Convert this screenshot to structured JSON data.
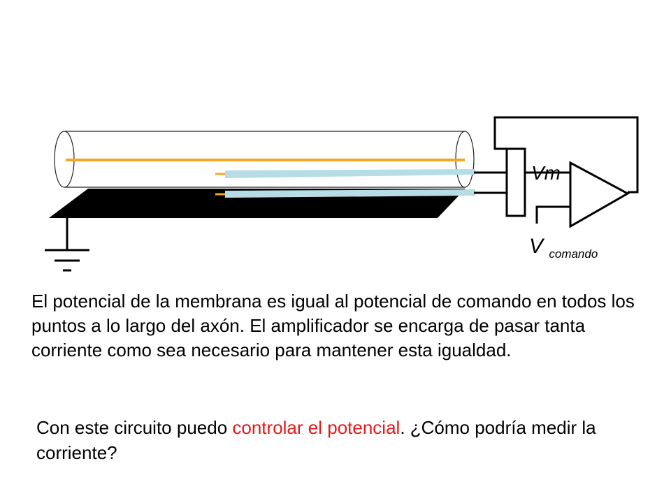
{
  "diagram": {
    "labels": {
      "vm": "Vm",
      "vcomando_main": "V",
      "vcomando_sub": "comando"
    },
    "colors": {
      "electrode_orange": "#f5a623",
      "electrode_blue": "#b6dde6",
      "plate": "#000000",
      "wire": "#000000"
    }
  },
  "text": {
    "paragraph1": "El potencial de la membrana es igual al potencial de comando en todos los puntos a lo largo del axón.  El amplificador se encarga de pasar tanta corriente como sea necesario para mantener esta igualdad.",
    "paragraph2_start": "Con este circuito puedo ",
    "paragraph2_highlight": "controlar el potencial",
    "paragraph2_end": ".  ¿Cómo podría medir la corriente?",
    "highlight_color": "#e21a1a"
  }
}
